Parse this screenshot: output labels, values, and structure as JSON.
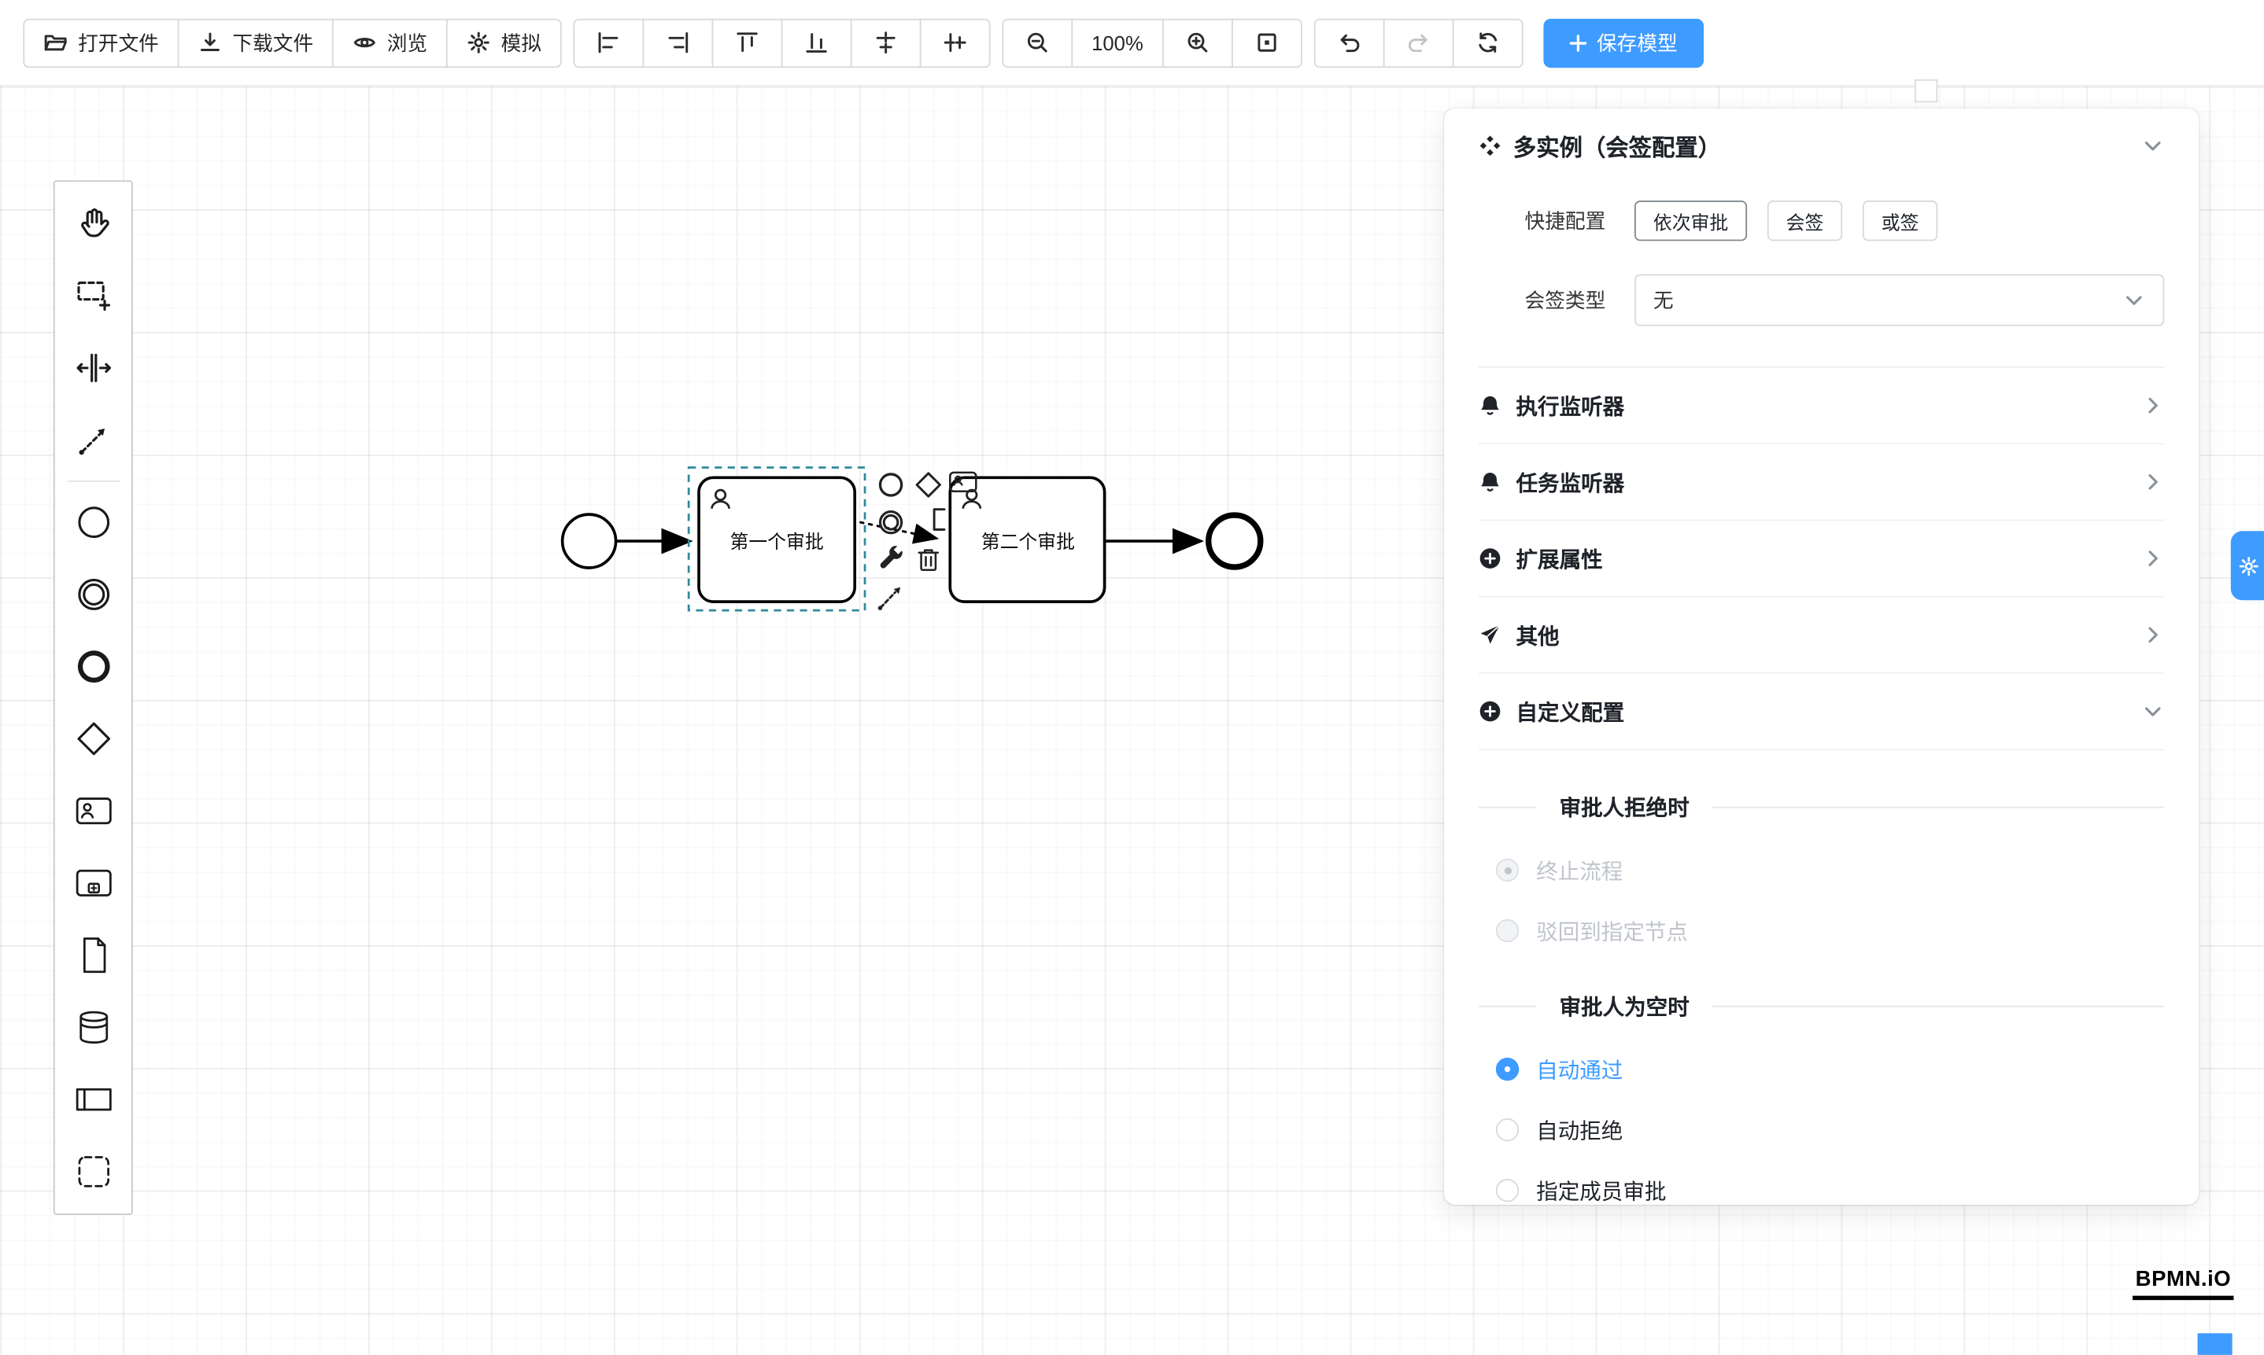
{
  "colors": {
    "primary": "#3e9bff",
    "selection": "#2f8a9a",
    "text": "#1f2329",
    "disabled": "#c0c4cc"
  },
  "toolbar": {
    "open_file": "打开文件",
    "download_file": "下载文件",
    "browse": "浏览",
    "simulate": "模拟",
    "zoom_level": "100%",
    "save_model": "保存模型"
  },
  "diagram": {
    "task1_label": "第一个审批",
    "task2_label": "第二个审批"
  },
  "panel": {
    "title": "多实例（会签配置）",
    "quick_config_label": "快捷配置",
    "quick_options": [
      {
        "label": "依次审批",
        "selected": true
      },
      {
        "label": "会签",
        "selected": false
      },
      {
        "label": "或签",
        "selected": false
      }
    ],
    "type_label": "会签类型",
    "type_value": "无",
    "sections": [
      {
        "label": "执行监听器",
        "icon": "bell-icon"
      },
      {
        "label": "任务监听器",
        "icon": "bell-icon"
      },
      {
        "label": "扩展属性",
        "icon": "plus-circle-icon"
      },
      {
        "label": "其他",
        "icon": "send-icon"
      },
      {
        "label": "自定义配置",
        "icon": "plus-circle-icon",
        "expanded": true
      }
    ],
    "reject_title": "审批人拒绝时",
    "reject_options": [
      {
        "label": "终止流程",
        "checked": true,
        "disabled": true
      },
      {
        "label": "驳回到指定节点",
        "checked": false,
        "disabled": true
      }
    ],
    "empty_title": "审批人为空时",
    "empty_options": [
      {
        "label": "自动通过",
        "checked": true,
        "disabled": false
      },
      {
        "label": "自动拒绝",
        "checked": false,
        "disabled": false
      },
      {
        "label": "指定成员审批",
        "checked": false,
        "disabled": false
      }
    ]
  },
  "footer": {
    "logo": "BPMN.iO"
  }
}
